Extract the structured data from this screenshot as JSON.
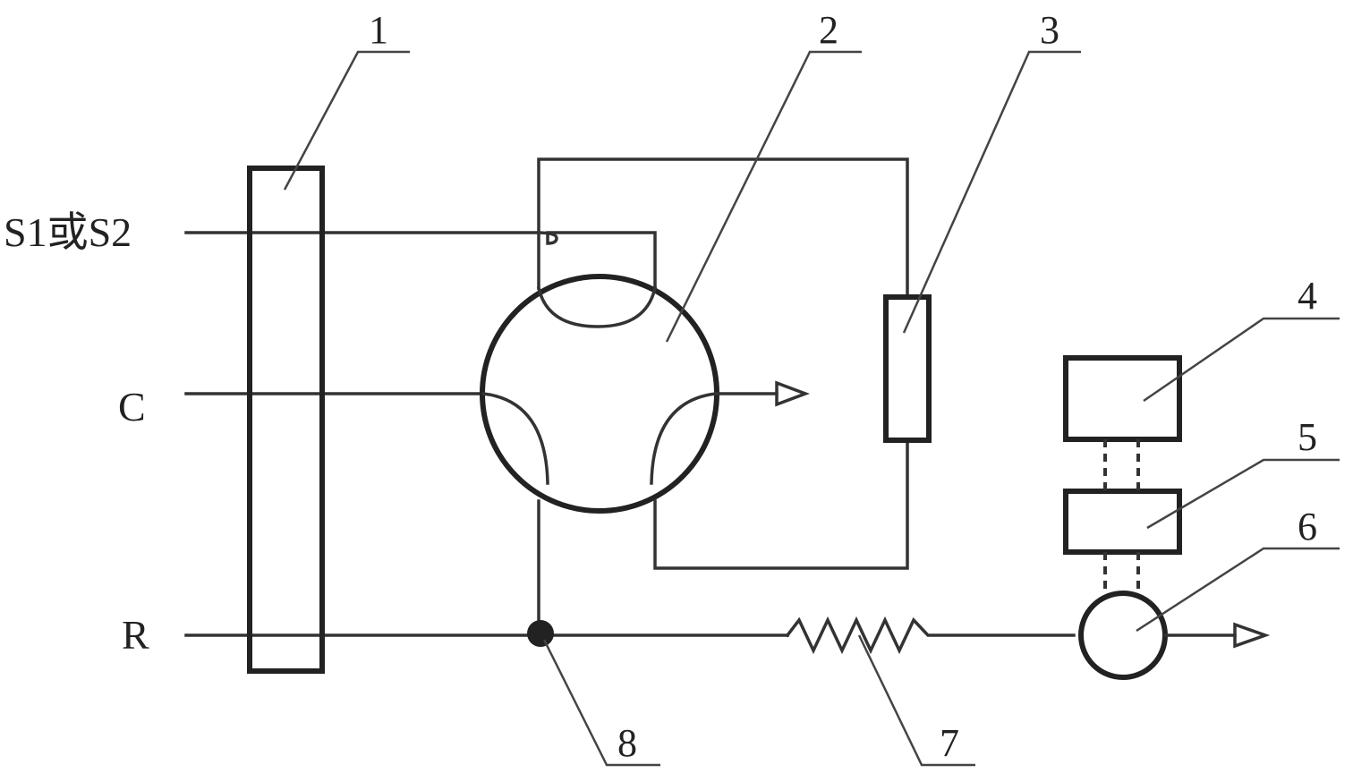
{
  "labels": {
    "s_port": "S1或S2",
    "c_port": "C",
    "r_port": "R"
  },
  "callouts": [
    "1",
    "2",
    "3",
    "4",
    "5",
    "6",
    "7",
    "8"
  ]
}
